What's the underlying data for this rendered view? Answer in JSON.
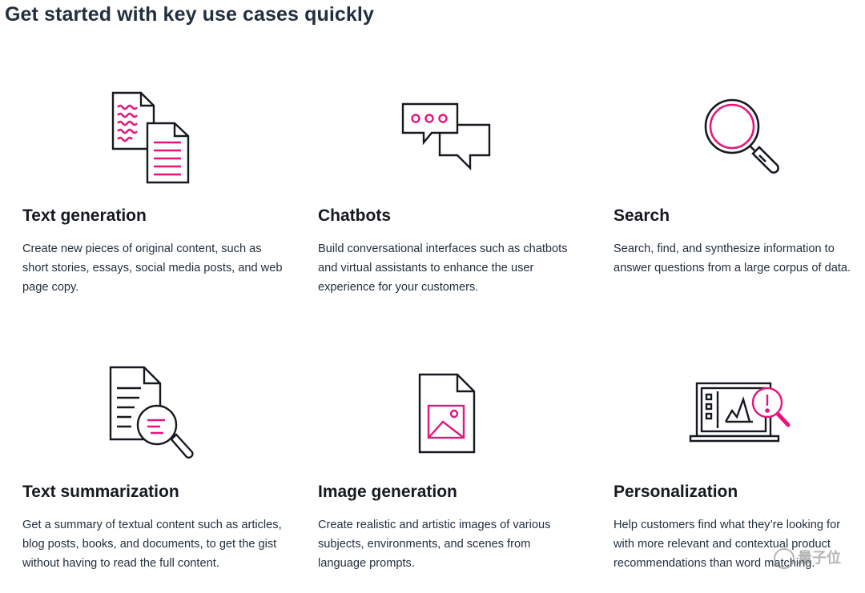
{
  "page": {
    "title": "Get started with key use cases quickly"
  },
  "colors": {
    "accent": "#e7157b",
    "stroke": "#16191f",
    "heading": "#232f3e"
  },
  "cards": [
    {
      "icon": "documents-icon",
      "title": "Text generation",
      "description": "Create new pieces of original content, such as short stories, essays, social media posts, and web page copy."
    },
    {
      "icon": "chat-bubbles-icon",
      "title": "Chatbots",
      "description": "Build conversational interfaces such as chatbots and virtual assistants to enhance the user experience for your customers."
    },
    {
      "icon": "magnifying-glass-icon",
      "title": "Search",
      "description": "Search, find, and synthesize information to answer questions from a large corpus of data."
    },
    {
      "icon": "document-search-icon",
      "title": "Text summarization",
      "description": "Get a summary of textual content such as articles, blog posts, books, and documents, to get the gist without having to read the full content."
    },
    {
      "icon": "image-file-icon",
      "title": "Image generation",
      "description": "Create realistic and artistic images of various subjects, environments, and scenes from language prompts."
    },
    {
      "icon": "laptop-insight-icon",
      "title": "Personalization",
      "description": "Help customers find what they’re looking for with more relevant and contextual product recommendations than word matching."
    }
  ],
  "watermark": {
    "text": "量子位"
  }
}
